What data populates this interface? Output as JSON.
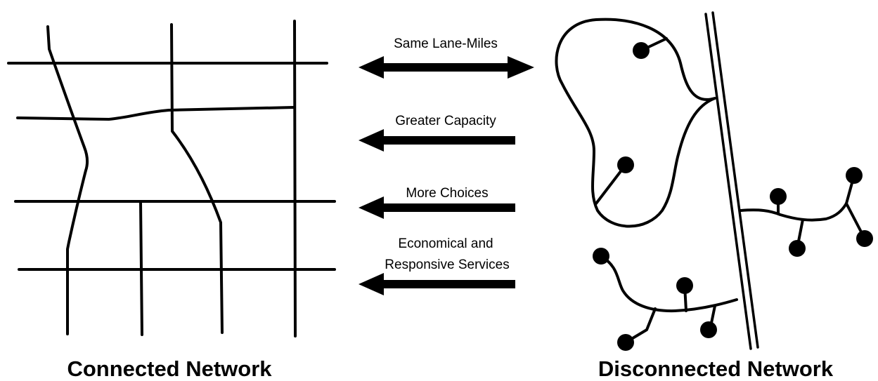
{
  "comparisons": [
    {
      "label": "Same Lane-Miles",
      "direction": "both"
    },
    {
      "label": "Greater Capacity",
      "direction": "left"
    },
    {
      "label": "More Choices",
      "direction": "left"
    },
    {
      "label_line1": "Economical and",
      "label_line2": "Responsive Services",
      "direction": "left"
    }
  ],
  "captions": {
    "connected": "Connected Network",
    "disconnected": "Disconnected Network"
  }
}
